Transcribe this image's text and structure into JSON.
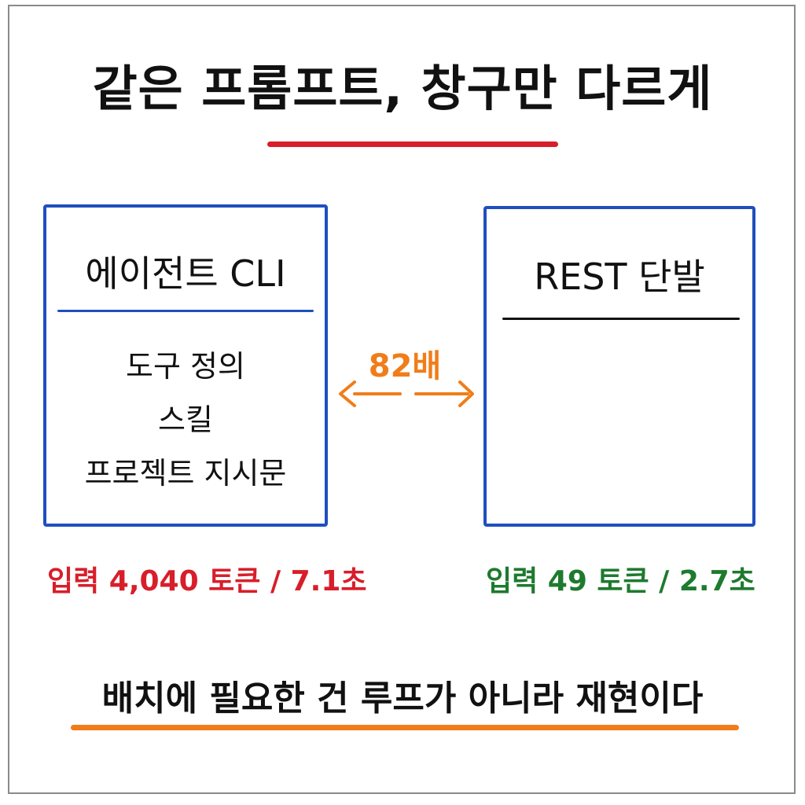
{
  "title": "같은 프롬프트, 창구만 다르게",
  "left_box": {
    "title": "에이전트 CLI",
    "items": [
      "도구 정의",
      "스킬",
      "프로젝트 지시문"
    ]
  },
  "right_box": {
    "title": "REST 단발",
    "items": []
  },
  "ratio_label": "82배",
  "left_metric": "입력 4,040 토큰 / 7.1초",
  "right_metric": "입력 49 토큰 / 2.7초",
  "conclusion": "배치에 필요한 건 루프가 아니라 재현이다",
  "colors": {
    "title_underline": "#d81e2a",
    "box_border": "#1f4fbf",
    "left_divider": "#1f4fbf",
    "right_divider": "#111111",
    "ratio_accent": "#f07d1a",
    "left_metric": "#d81e2a",
    "right_metric": "#1e7a2e",
    "conclusion_underline": "#f07d1a"
  },
  "icons": {
    "comparison_arrow": "double-headed-arrow-icon"
  }
}
